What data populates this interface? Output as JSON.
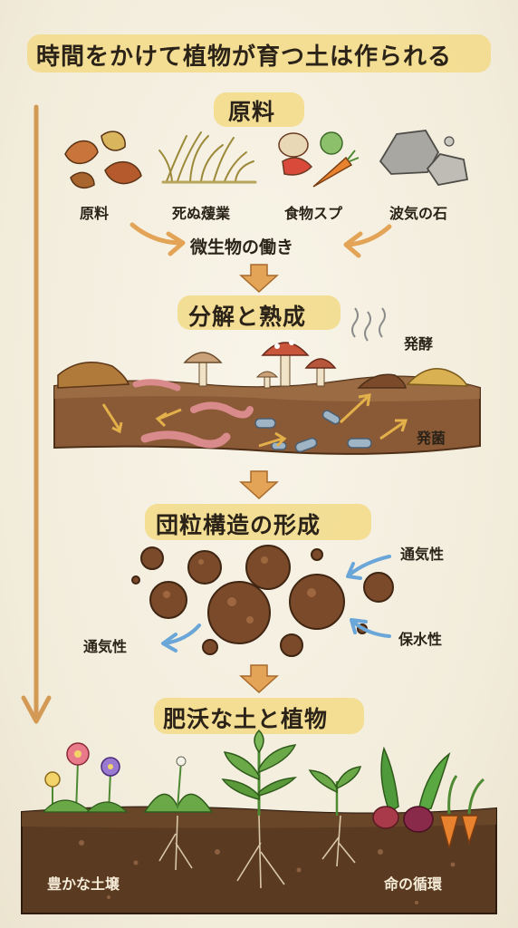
{
  "title": "時間をかけて植物が育つ土は作られる",
  "stages": {
    "materials": {
      "heading": "原料",
      "items": [
        "原料",
        "死ぬ蕿業",
        "食物スプ",
        "波気の石"
      ],
      "process": "微生物の働き"
    },
    "decomposition": {
      "heading": "分解と熟成",
      "labels": [
        "発酵",
        "発菌"
      ]
    },
    "aggregate": {
      "heading": "団粒構造の形成",
      "labels": [
        "通気性",
        "保水性",
        "通気性"
      ]
    },
    "fertile": {
      "heading": "肥沃な土と植物",
      "labels": [
        "豊かな土壌",
        "命の循環"
      ]
    }
  },
  "colors": {
    "highlight": "#f3dc8c",
    "arrow": "#e3a457",
    "soil": "#5b3a22",
    "blue_arrow": "#6aa6d8"
  }
}
